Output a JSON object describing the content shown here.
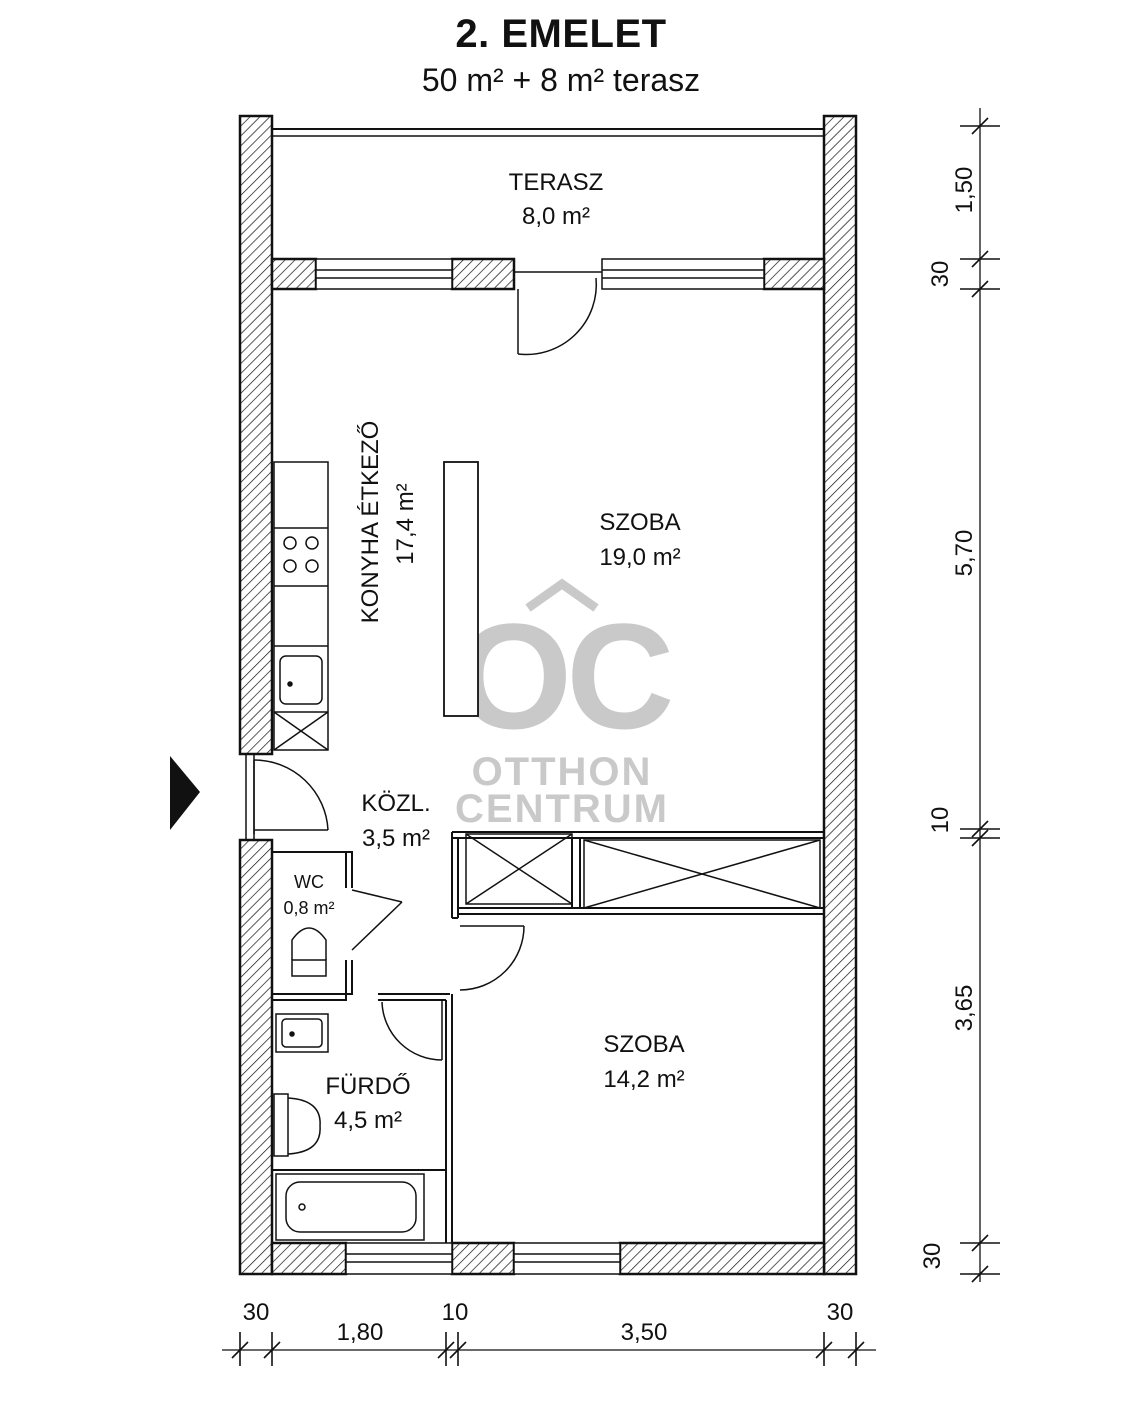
{
  "header": {
    "floor": "2. EMELET",
    "area": "50 m² + 8 m² terasz"
  },
  "rooms": {
    "terrace": {
      "name": "TERASZ",
      "area": "8,0 m²"
    },
    "kitchen": {
      "name": "KONYHA ÉTKEZŐ",
      "area": "17,4 m²"
    },
    "living": {
      "name": "SZOBA",
      "area": "19,0 m²"
    },
    "hall": {
      "name": "KÖZL.",
      "area": "3,5 m²"
    },
    "wc": {
      "name": "WC",
      "area": "0,8 m²"
    },
    "bath": {
      "name": "FÜRDŐ",
      "area": "4,5 m²"
    },
    "bedroom": {
      "name": "SZOBA",
      "area": "14,2 m²"
    }
  },
  "dimensions": {
    "right": [
      "1,50",
      "30",
      "5,70",
      "10",
      "3,65",
      "30"
    ],
    "bottom": [
      "30",
      "1,80",
      "10",
      "3,50",
      "30"
    ]
  },
  "watermark": {
    "logo": "OC",
    "line1": "OTTHON",
    "line2": "CENTRUM"
  },
  "colors": {
    "wall": "#111111",
    "watermark": "#c9c9c9"
  },
  "icons": {
    "entrance": "entrance-arrow-icon"
  }
}
